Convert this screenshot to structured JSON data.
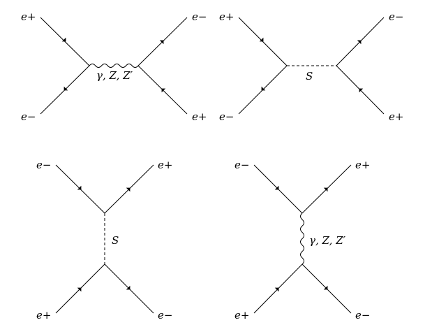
{
  "particles": {
    "e_plus": "e+",
    "e_minus": "e−"
  },
  "mediators": {
    "boson": "γ, Z, Z′",
    "scalar": "S"
  }
}
